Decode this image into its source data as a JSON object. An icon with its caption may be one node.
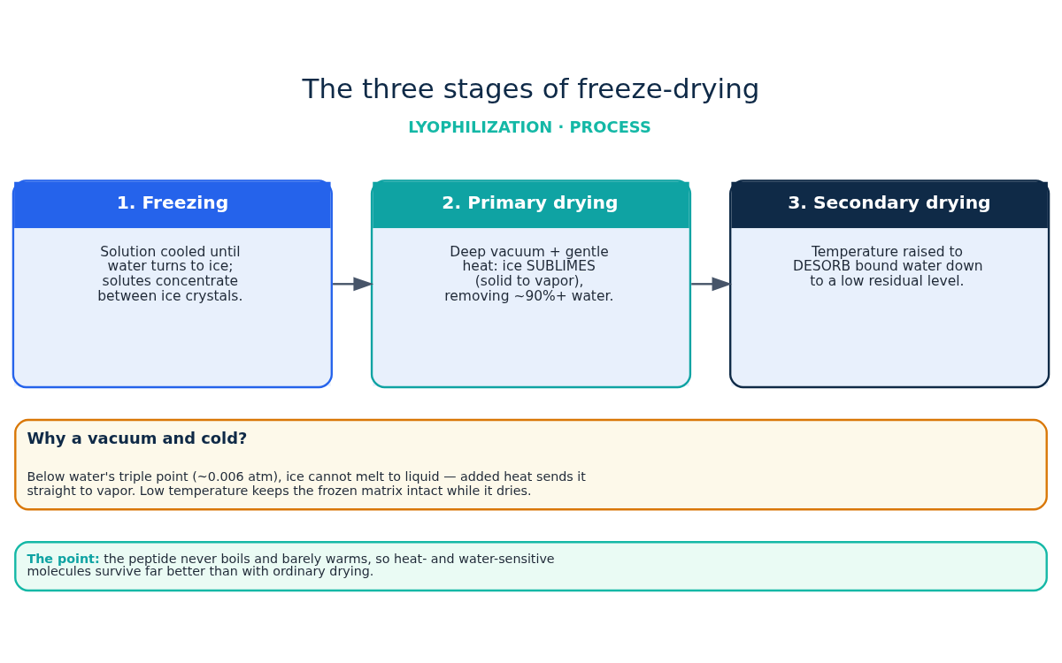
{
  "diagram": {
    "title": "The three stages of freeze-drying",
    "nodes": [
      {
        "text": [
          "1. Freezing",
          "Solution cooled until water turns to ice; solutes concentrate between ice crystals."
        ]
      },
      {
        "text": [
          "2. Primary drying",
          "Deep vacuum + gentle heat: ice SUBLIMES (solid to vapor), removing ~90%+ water."
        ]
      },
      {
        "text": [
          "3. Secondary drying",
          "Temperature raised to DESORB bound water down to a low residual level."
        ]
      },
      {
        "text": [
          "Why a vacuum and cold?",
          "Below water's triple point (~0.006 atm), ice cannot melt to liquid — added heat sends it straight to vapor. Low temperature keeps the frozen matrix intact while it dries."
        ]
      },
      {
        "text": [
          "**The point:** the peptide never boils and barely warms, so heat- and water-sensitive molecules survive far better than with ordinary drying."
        ]
      }
    ],
    "edges": [
      {
        "from": 0,
        "to": 1,
        "arrow": "to"
      },
      {
        "from": 1,
        "to": 2,
        "arrow": "to"
      }
    ],
    "labels": [
      "LYOPHILIZATION · PROCESS"
    ]
  }
}
